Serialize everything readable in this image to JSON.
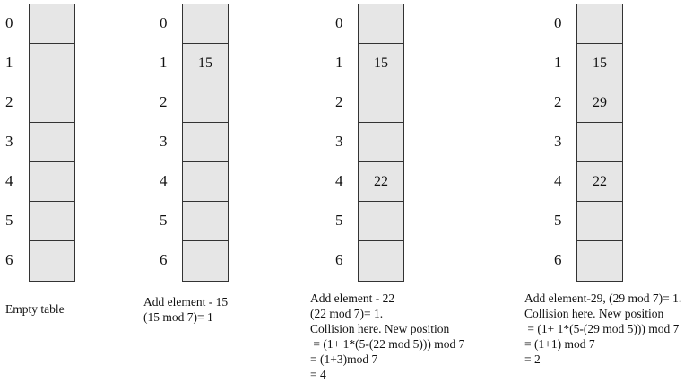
{
  "tables": [
    {
      "indices": [
        "0",
        "1",
        "2",
        "3",
        "4",
        "5",
        "6"
      ],
      "cells": [
        "",
        "",
        "",
        "",
        "",
        "",
        ""
      ],
      "caption": [
        "Empty table"
      ]
    },
    {
      "indices": [
        "0",
        "1",
        "2",
        "3",
        "4",
        "5",
        "6"
      ],
      "cells": [
        "",
        "15",
        "",
        "",
        "",
        "",
        ""
      ],
      "caption": [
        "Add element - 15",
        "(15 mod 7)= 1"
      ]
    },
    {
      "indices": [
        "0",
        "1",
        "2",
        "3",
        "4",
        "5",
        "6"
      ],
      "cells": [
        "",
        "15",
        "",
        "",
        "22",
        "",
        ""
      ],
      "caption": [
        "Add element - 22",
        "(22 mod 7)= 1.",
        "Collision here. New position",
        " = (1+ 1*(5-(22 mod 5))) mod 7",
        "= (1+3)mod 7",
        "= 4"
      ]
    },
    {
      "indices": [
        "0",
        "1",
        "2",
        "3",
        "4",
        "5",
        "6"
      ],
      "cells": [
        "",
        "15",
        "29",
        "",
        "22",
        "",
        ""
      ],
      "caption": [
        "Add element-29, (29 mod 7)= 1.",
        "Collision here. New position",
        " = (1+ 1*(5-(29 mod 5))) mod 7",
        "= (1+1) mod 7",
        "= 2"
      ]
    }
  ],
  "colors": {
    "cell_fill": "#e6e6e6",
    "border": "#333333"
  }
}
